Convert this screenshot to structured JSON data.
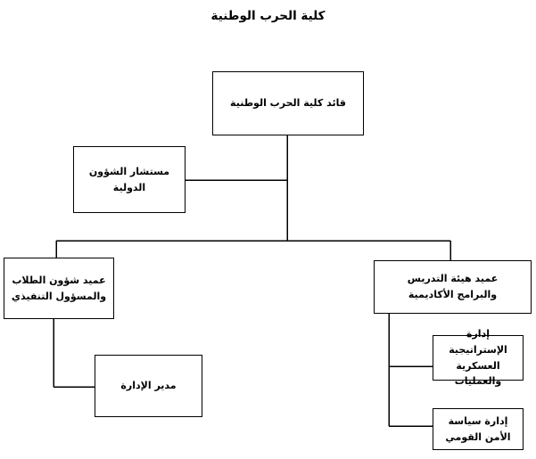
{
  "title": "كلية الحرب الوطنية",
  "colors": {
    "background": "#ffffff",
    "line": "#000000",
    "text": "#000000"
  },
  "nodes": {
    "commander": {
      "label": "قائد كلية الحرب الوطنية"
    },
    "international_affairs_advisor": {
      "label": "مستشار الشؤون\nالدولية"
    },
    "dean_student_affairs": {
      "label": "عميد شؤون الطلاب\nوالمسؤول التنفيذي"
    },
    "dean_faculty_programs": {
      "label": "عميد هيئة التدريس\nوالبرامج الأكاديمية"
    },
    "admin_director": {
      "label": "مدير الإدارة"
    },
    "military_strategy_operations": {
      "label": "إدارة الإستراتيجية\nالعسكرية والعمليات"
    },
    "national_security_policy": {
      "label": "إدارة سياسة\nالأمن القومي"
    }
  }
}
